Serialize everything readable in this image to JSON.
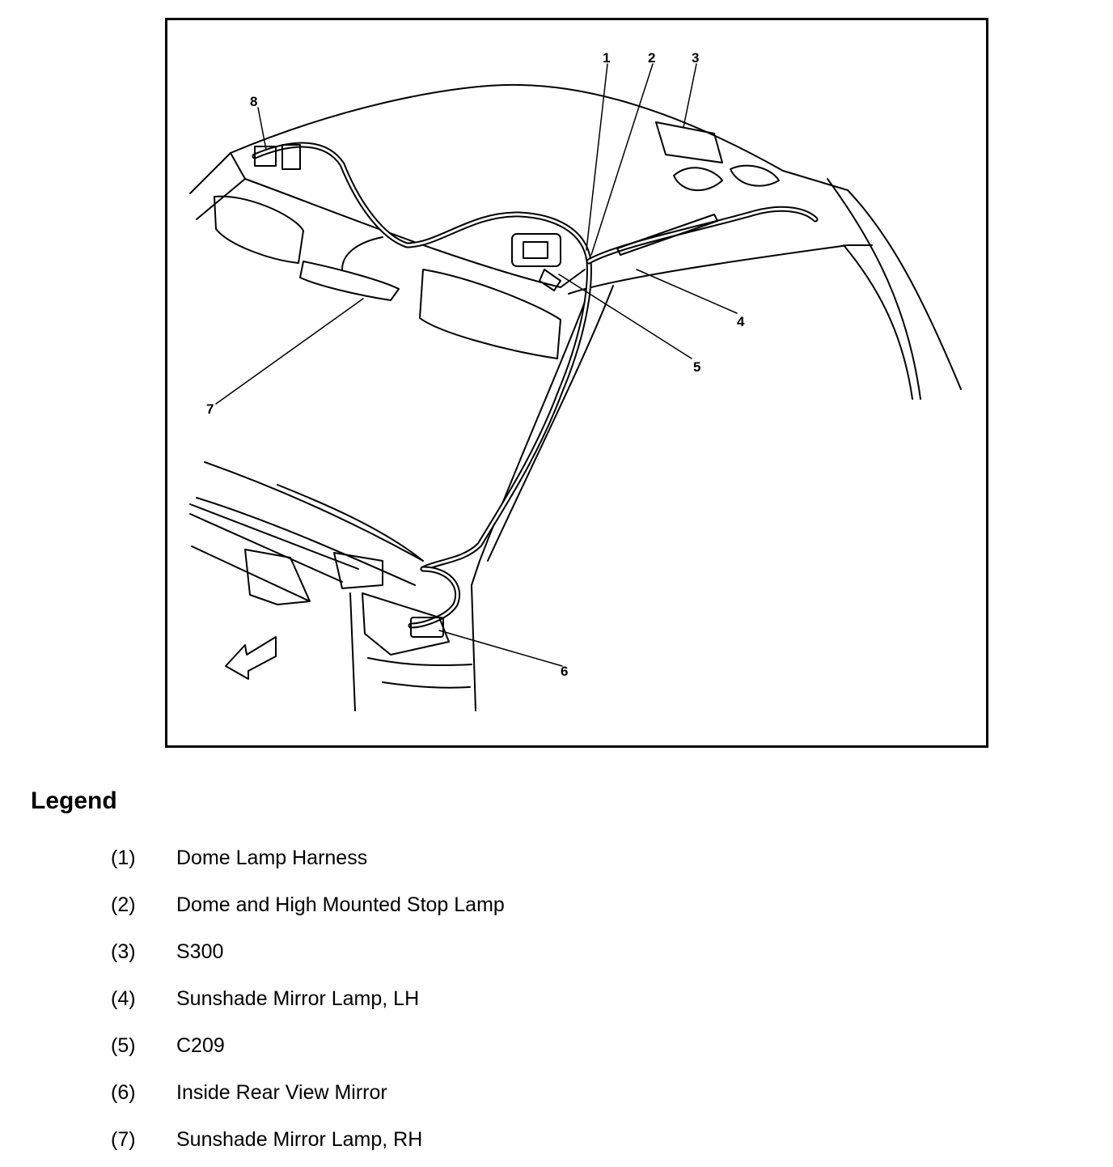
{
  "callouts": [
    "1",
    "2",
    "3",
    "4",
    "5",
    "6",
    "7",
    "8"
  ],
  "legend": {
    "title": "Legend",
    "items": [
      {
        "num": "(1)",
        "text": "Dome Lamp Harness"
      },
      {
        "num": "(2)",
        "text": "Dome and High Mounted Stop Lamp"
      },
      {
        "num": "(3)",
        "text": "S300"
      },
      {
        "num": "(4)",
        "text": "Sunshade Mirror Lamp, LH"
      },
      {
        "num": "(5)",
        "text": "C209"
      },
      {
        "num": "(6)",
        "text": "Inside Rear View Mirror"
      },
      {
        "num": "(7)",
        "text": "Sunshade Mirror Lamp, RH"
      }
    ]
  },
  "colors": {
    "ink": "#000000",
    "paper": "#ffffff"
  }
}
